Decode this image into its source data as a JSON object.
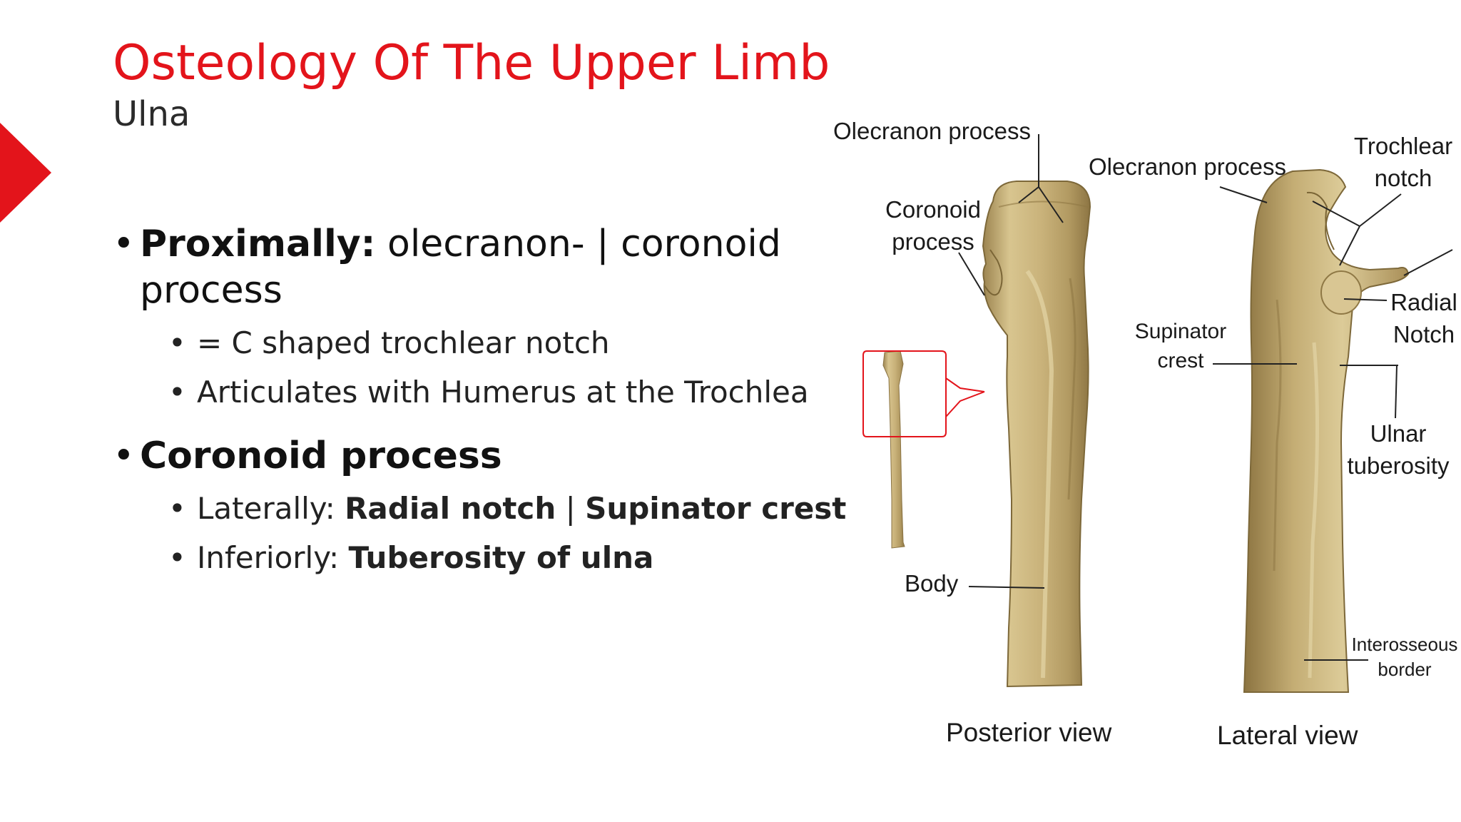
{
  "slide": {
    "title": "Osteology Of The Upper Limb",
    "subtitle": "Ulna"
  },
  "bullets": {
    "b1_bold": "Proximally:",
    "b1_rest": " olecranon- | coronoid process",
    "b1_sub1": "= C shaped trochlear notch",
    "b1_sub2": "Articulates with Humerus at the Trochlea",
    "b2_bold": "Coronoid process",
    "b2_sub1_pre": "Laterally: ",
    "b2_sub1_bold1": "Radial notch",
    "b2_sub1_sep": " | ",
    "b2_sub1_bold2": "Supinator crest",
    "b2_sub2_pre": "Inferiorly: ",
    "b2_sub2_bold": "Tuberosity of ulna"
  },
  "diagram": {
    "labels": {
      "olecranon_posterior": "Olecranon process",
      "coronoid_line1": "Coronoid",
      "coronoid_line2": "process",
      "olecranon_lateral": "Olecranon process",
      "trochlear_line1": "Trochlear",
      "trochlear_line2": "notch",
      "radial_line1": "Radial",
      "radial_line2": "Notch",
      "supinator_line1": "Supinator",
      "supinator_line2": "crest",
      "ulnar_line1": "Ulnar",
      "ulnar_line2": "tuberosity",
      "body": "Body",
      "interosseous_line1": "Interosseous",
      "interosseous_line2": "border",
      "posterior_view": "Posterior view",
      "lateral_view": "Lateral view"
    },
    "colors": {
      "bone": "#c8b27a",
      "bone_light": "#e2d3a3",
      "bone_dark": "#8f7845",
      "accent": "#e3141b"
    }
  }
}
